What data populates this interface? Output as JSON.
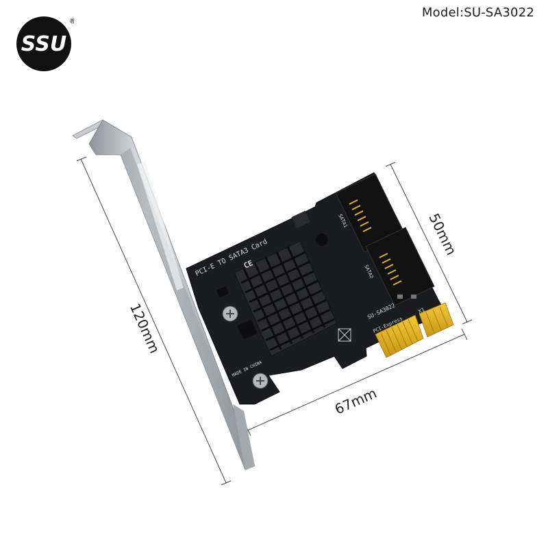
{
  "header": {
    "model_label": "Model:SU-SA3022",
    "brand_logo_text": "SSU",
    "registered_mark": "®"
  },
  "dimensions": {
    "height": "120mm",
    "width": "67mm",
    "card_height": "50mm"
  },
  "board_text": {
    "title": "PCI-E TO SATA3 Card",
    "ce_mark": "CE",
    "model": "SU-SA3022",
    "bus": "PCI-Express",
    "slot": "X1",
    "origin": "MADE IN CHINA",
    "port1": "SATA1",
    "port2": "SATA2"
  },
  "colors": {
    "pcb": "#1b1c1f",
    "bracket": "#b8bcc0",
    "gold_fingers": "#e3b21c",
    "heatsink": "#1e1f22"
  }
}
